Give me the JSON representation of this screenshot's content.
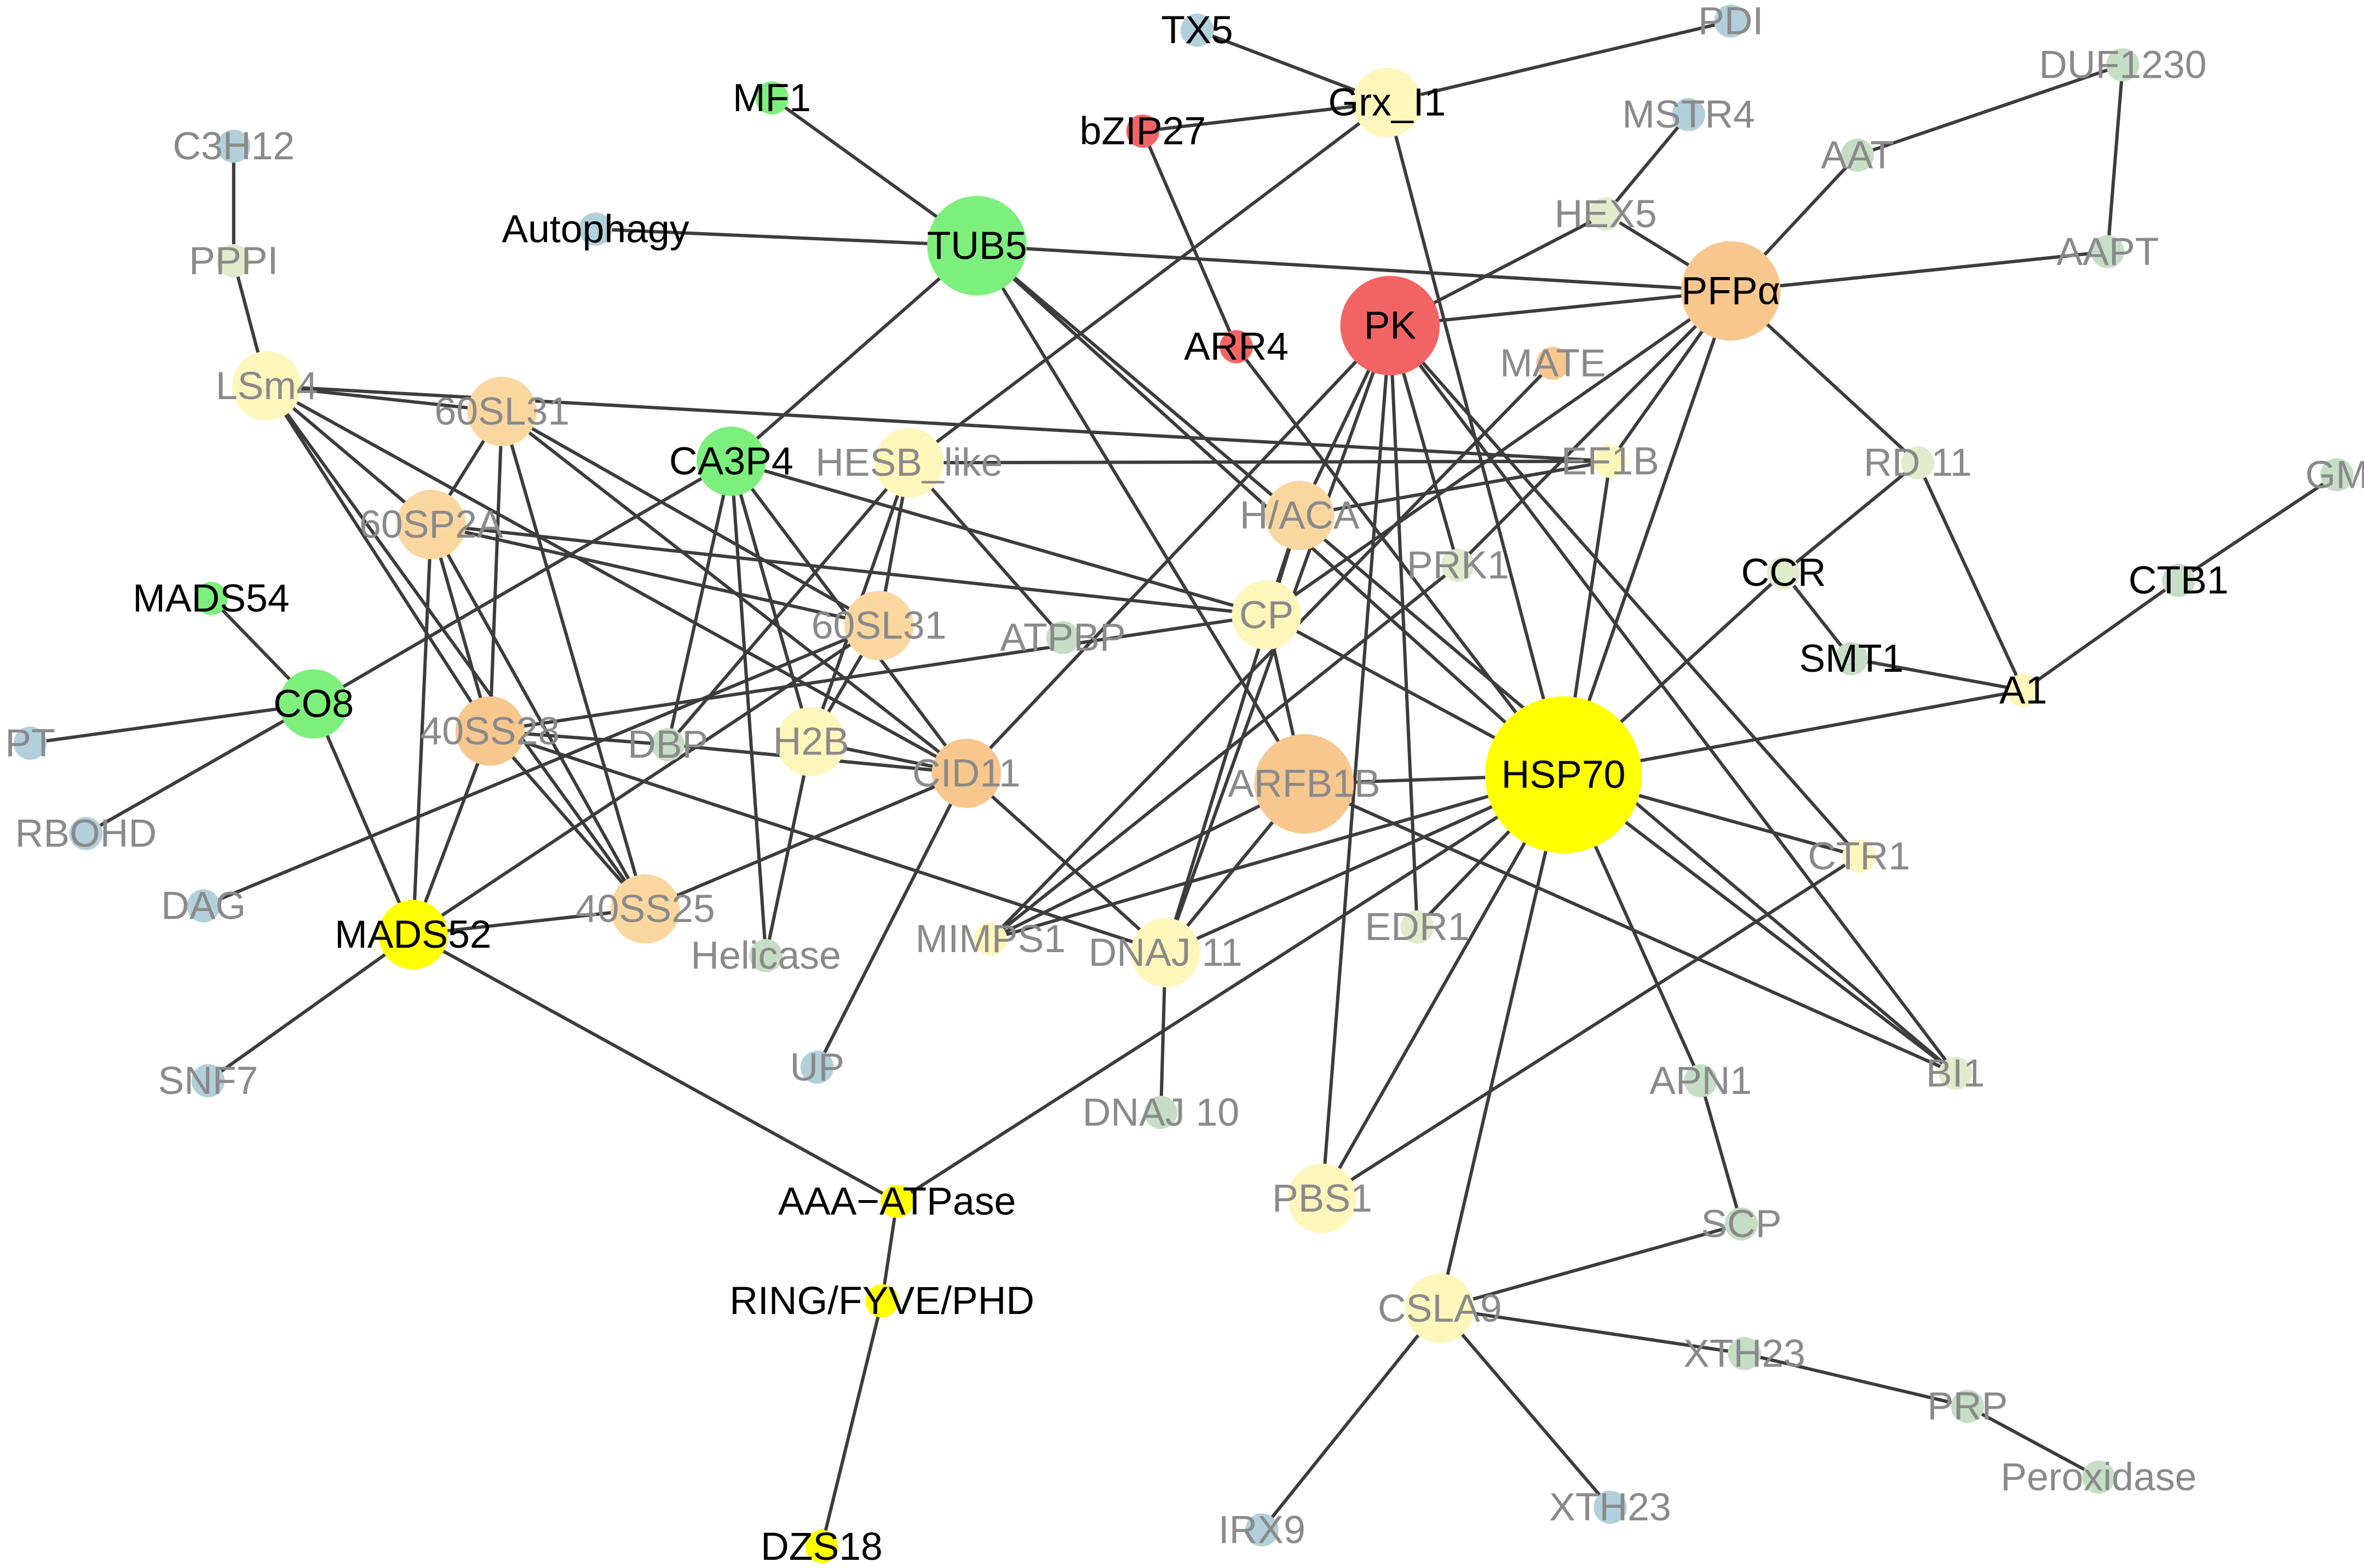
{
  "colors": {
    "edge": "#3c3c3c",
    "label_dark": "#000000",
    "label_grey": "#8a8a8a",
    "red": "#f26464",
    "green": "#7def7d",
    "yellow": "#ffff00",
    "pale_yellow": "#fff6bc",
    "light_orange": "#fbd7a0",
    "orange": "#f7c78e",
    "pale_green": "#e0eccc",
    "grey_green": "#c6dec6",
    "blue_grey": "#b2d0dc"
  },
  "nodes": [
    {
      "id": "TX5",
      "label": "TX5",
      "color": "blue_grey",
      "label_tone": "dark",
      "scale": "small"
    },
    {
      "id": "PDI",
      "label": "PDI",
      "color": "blue_grey",
      "label_tone": "grey",
      "scale": "small"
    },
    {
      "id": "Grx_I1",
      "label": "Grx_I1",
      "color": "pale_yellow",
      "label_tone": "dark",
      "scale": "medium"
    },
    {
      "id": "MF1",
      "label": "MF1",
      "color": "green",
      "label_tone": "dark",
      "scale": "small"
    },
    {
      "id": "bZIP27",
      "label": "bZIP27",
      "color": "red",
      "label_tone": "dark",
      "scale": "small"
    },
    {
      "id": "DUF1230",
      "label": "DUF1230",
      "color": "grey_green",
      "label_tone": "grey",
      "scale": "small"
    },
    {
      "id": "MSTR4",
      "label": "MSTR4",
      "color": "blue_grey",
      "label_tone": "grey",
      "scale": "small"
    },
    {
      "id": "C3H12",
      "label": "C3H12",
      "color": "blue_grey",
      "label_tone": "grey",
      "scale": "small"
    },
    {
      "id": "AAT",
      "label": "AAT",
      "color": "grey_green",
      "label_tone": "grey",
      "scale": "small"
    },
    {
      "id": "HEX5",
      "label": "HEX5",
      "color": "pale_green",
      "label_tone": "grey",
      "scale": "small"
    },
    {
      "id": "Autophagy",
      "label": "Autophagy",
      "color": "blue_grey",
      "label_tone": "dark",
      "scale": "small"
    },
    {
      "id": "TUB5",
      "label": "TUB5",
      "color": "green",
      "label_tone": "dark",
      "scale": "large"
    },
    {
      "id": "AAPT",
      "label": "AAPT",
      "color": "grey_green",
      "label_tone": "grey",
      "scale": "small"
    },
    {
      "id": "PPPI",
      "label": "PPPI",
      "color": "pale_green",
      "label_tone": "grey",
      "scale": "small"
    },
    {
      "id": "PFPa",
      "label": "PFPα",
      "color": "orange",
      "label_tone": "dark",
      "scale": "large"
    },
    {
      "id": "PK",
      "label": "PK",
      "color": "red",
      "label_tone": "dark",
      "scale": "large"
    },
    {
      "id": "ARR4",
      "label": "ARR4",
      "color": "red",
      "label_tone": "dark",
      "scale": "small"
    },
    {
      "id": "MATE",
      "label": "MATE",
      "color": "orange",
      "label_tone": "grey",
      "scale": "small"
    },
    {
      "id": "LSm4",
      "label": "LSm4",
      "color": "pale_yellow",
      "label_tone": "grey",
      "scale": "medium"
    },
    {
      "id": "60SL31a",
      "label": "60SL31",
      "color": "light_orange",
      "label_tone": "grey",
      "scale": "medium"
    },
    {
      "id": "CA3P4",
      "label": "CA3P4",
      "color": "green",
      "label_tone": "dark",
      "scale": "medium"
    },
    {
      "id": "HESB",
      "label": "HESB_like",
      "color": "pale_yellow",
      "label_tone": "grey",
      "scale": "medium"
    },
    {
      "id": "EF1B",
      "label": "EF1B",
      "color": "pale_yellow",
      "label_tone": "grey",
      "scale": "small"
    },
    {
      "id": "RD11",
      "label": "RD 11",
      "color": "pale_green",
      "label_tone": "grey",
      "scale": "small"
    },
    {
      "id": "GM",
      "label": "GM",
      "color": "grey_green",
      "label_tone": "grey",
      "scale": "small"
    },
    {
      "id": "60SP2A",
      "label": "60SP2A",
      "color": "light_orange",
      "label_tone": "grey",
      "scale": "medium"
    },
    {
      "id": "HACA",
      "label": "H/ACA",
      "color": "light_orange",
      "label_tone": "grey",
      "scale": "medium"
    },
    {
      "id": "PRK1",
      "label": "PRK1",
      "color": "pale_green",
      "label_tone": "grey",
      "scale": "small"
    },
    {
      "id": "CCR",
      "label": "CCR",
      "color": "pale_green",
      "label_tone": "dark",
      "scale": "small"
    },
    {
      "id": "CTB1",
      "label": "CTB1",
      "color": "grey_green",
      "label_tone": "dark",
      "scale": "small"
    },
    {
      "id": "MADS54",
      "label": "MADS54",
      "color": "green",
      "label_tone": "dark",
      "scale": "small"
    },
    {
      "id": "60SL31b",
      "label": "60SL31",
      "color": "light_orange",
      "label_tone": "grey",
      "scale": "medium"
    },
    {
      "id": "ATPBP",
      "label": "ATPBP",
      "color": "grey_green",
      "label_tone": "grey",
      "scale": "small"
    },
    {
      "id": "CP",
      "label": "CP",
      "color": "pale_yellow",
      "label_tone": "grey",
      "scale": "medium"
    },
    {
      "id": "SMT1",
      "label": "SMT1",
      "color": "grey_green",
      "label_tone": "dark",
      "scale": "small"
    },
    {
      "id": "A1",
      "label": "A1",
      "color": "pale_yellow",
      "label_tone": "dark",
      "scale": "small"
    },
    {
      "id": "CO8",
      "label": "CO8",
      "color": "green",
      "label_tone": "dark",
      "scale": "medium"
    },
    {
      "id": "40SS28",
      "label": "40SS28",
      "color": "orange",
      "label_tone": "grey",
      "scale": "medium"
    },
    {
      "id": "DBP",
      "label": "DBP",
      "color": "grey_green",
      "label_tone": "grey",
      "scale": "small"
    },
    {
      "id": "H2B",
      "label": "H2B",
      "color": "pale_yellow",
      "label_tone": "grey",
      "scale": "medium"
    },
    {
      "id": "CID11",
      "label": "CID11",
      "color": "orange",
      "label_tone": "grey",
      "scale": "medium"
    },
    {
      "id": "ARFB1B",
      "label": "ARFB1B",
      "color": "orange",
      "label_tone": "grey",
      "scale": "large"
    },
    {
      "id": "HSP70",
      "label": "HSP70",
      "color": "yellow",
      "label_tone": "dark",
      "scale": "xlarge"
    },
    {
      "id": "PT",
      "label": "PT",
      "color": "blue_grey",
      "label_tone": "grey",
      "scale": "small"
    },
    {
      "id": "RBOHD",
      "label": "RBOHD",
      "color": "blue_grey",
      "label_tone": "grey",
      "scale": "small"
    },
    {
      "id": "CTR1",
      "label": "CTR1",
      "color": "pale_yellow",
      "label_tone": "grey",
      "scale": "small"
    },
    {
      "id": "DAG",
      "label": "DAG",
      "color": "blue_grey",
      "label_tone": "grey",
      "scale": "small"
    },
    {
      "id": "MADS52",
      "label": "MADS52",
      "color": "yellow",
      "label_tone": "dark",
      "scale": "medium"
    },
    {
      "id": "40SS25",
      "label": "40SS25",
      "color": "light_orange",
      "label_tone": "grey",
      "scale": "medium"
    },
    {
      "id": "Helicase",
      "label": "Helicase",
      "color": "grey_green",
      "label_tone": "grey",
      "scale": "small"
    },
    {
      "id": "MIMPS1",
      "label": "MIMPS1",
      "color": "pale_yellow",
      "label_tone": "grey",
      "scale": "small"
    },
    {
      "id": "DNAJ11",
      "label": "DNAJ 11",
      "color": "pale_yellow",
      "label_tone": "grey",
      "scale": "medium"
    },
    {
      "id": "EDR1",
      "label": "EDR1",
      "color": "pale_green",
      "label_tone": "grey",
      "scale": "small"
    },
    {
      "id": "SNF7",
      "label": "SNF7",
      "color": "blue_grey",
      "label_tone": "grey",
      "scale": "small"
    },
    {
      "id": "UP",
      "label": "UP",
      "color": "blue_grey",
      "label_tone": "grey",
      "scale": "small"
    },
    {
      "id": "DNAJ10",
      "label": "DNAJ 10",
      "color": "grey_green",
      "label_tone": "grey",
      "scale": "small"
    },
    {
      "id": "APN1",
      "label": "APN1",
      "color": "grey_green",
      "label_tone": "grey",
      "scale": "small"
    },
    {
      "id": "BI1",
      "label": "BI1",
      "color": "pale_green",
      "label_tone": "grey",
      "scale": "small"
    },
    {
      "id": "AAA",
      "label": "AAA−ATPase",
      "color": "yellow",
      "label_tone": "dark",
      "scale": "small"
    },
    {
      "id": "PBS1",
      "label": "PBS1",
      "color": "pale_yellow",
      "label_tone": "grey",
      "scale": "medium"
    },
    {
      "id": "SCP",
      "label": "SCP",
      "color": "grey_green",
      "label_tone": "grey",
      "scale": "small"
    },
    {
      "id": "RING",
      "label": "RING/FYVE/PHD",
      "color": "yellow",
      "label_tone": "dark",
      "scale": "small"
    },
    {
      "id": "CSLA9",
      "label": "CSLA9",
      "color": "pale_yellow",
      "label_tone": "grey",
      "scale": "medium"
    },
    {
      "id": "XTH23a",
      "label": "XTH23",
      "color": "grey_green",
      "label_tone": "grey",
      "scale": "small"
    },
    {
      "id": "PRP",
      "label": "PRP",
      "color": "grey_green",
      "label_tone": "grey",
      "scale": "small"
    },
    {
      "id": "Peroxidase",
      "label": "Peroxidase",
      "color": "grey_green",
      "label_tone": "grey",
      "scale": "small"
    },
    {
      "id": "IRX9",
      "label": "IRX9",
      "color": "blue_grey",
      "label_tone": "grey",
      "scale": "small"
    },
    {
      "id": "XTH23b",
      "label": "XTH23",
      "color": "blue_grey",
      "label_tone": "grey",
      "scale": "small"
    },
    {
      "id": "DZS18",
      "label": "DZS18",
      "color": "yellow",
      "label_tone": "dark",
      "scale": "small"
    }
  ],
  "edges": [
    [
      "TX5",
      "Grx_I1"
    ],
    [
      "PDI",
      "Grx_I1"
    ],
    [
      "bZIP27",
      "Grx_I1"
    ],
    [
      "Grx_I1",
      "HESB"
    ],
    [
      "Grx_I1",
      "HSP70"
    ],
    [
      "bZIP27",
      "ARR4"
    ],
    [
      "MF1",
      "TUB5"
    ],
    [
      "Autophagy",
      "TUB5"
    ],
    [
      "TUB5",
      "PFPa"
    ],
    [
      "TUB5",
      "CA3P4"
    ],
    [
      "TUB5",
      "ARFB1B"
    ],
    [
      "TUB5",
      "HSP70"
    ],
    [
      "TUB5",
      "BI1"
    ],
    [
      "DUF1230",
      "AAT"
    ],
    [
      "DUF1230",
      "AAPT"
    ],
    [
      "AAT",
      "PFPa"
    ],
    [
      "AAPT",
      "PFPa"
    ],
    [
      "MSTR4",
      "HEX5"
    ],
    [
      "HEX5",
      "PFPa"
    ],
    [
      "HEX5",
      "PK"
    ],
    [
      "PFPa",
      "PK"
    ],
    [
      "PFPa",
      "RD11"
    ],
    [
      "PFPa",
      "HSP70"
    ],
    [
      "PFPa",
      "CP"
    ],
    [
      "PFPa",
      "PRK1"
    ],
    [
      "PFPa",
      "EF1B"
    ],
    [
      "PK",
      "HACA"
    ],
    [
      "PK",
      "CID11"
    ],
    [
      "PK",
      "EDR1"
    ],
    [
      "PK",
      "PBS1"
    ],
    [
      "PK",
      "CTR1"
    ],
    [
      "PK",
      "BI1"
    ],
    [
      "PK",
      "DNAJ11"
    ],
    [
      "ARR4",
      "HSP70"
    ],
    [
      "MATE",
      "MIMPS1"
    ],
    [
      "C3H12",
      "PPPI"
    ],
    [
      "PPPI",
      "LSm4"
    ],
    [
      "LSm4",
      "60SL31a"
    ],
    [
      "LSm4",
      "EF1B"
    ],
    [
      "LSm4",
      "60SP2A"
    ],
    [
      "LSm4",
      "40SS28"
    ],
    [
      "LSm4",
      "40SS25"
    ],
    [
      "LSm4",
      "CID11"
    ],
    [
      "60SL31a",
      "60SP2A"
    ],
    [
      "60SL31a",
      "40SS28"
    ],
    [
      "60SL31a",
      "40SS25"
    ],
    [
      "60SL31a",
      "60SL31b"
    ],
    [
      "60SL31a",
      "CID11"
    ],
    [
      "60SP2A",
      "40SS28"
    ],
    [
      "60SP2A",
      "40SS25"
    ],
    [
      "60SP2A",
      "60SL31b"
    ],
    [
      "60SP2A",
      "CP"
    ],
    [
      "60SP2A",
      "MADS52"
    ],
    [
      "CA3P4",
      "CP"
    ],
    [
      "CA3P4",
      "DBP"
    ],
    [
      "CA3P4",
      "H2B"
    ],
    [
      "CA3P4",
      "CID11"
    ],
    [
      "CA3P4",
      "Helicase"
    ],
    [
      "CA3P4",
      "CO8"
    ],
    [
      "HESB",
      "60SL31b"
    ],
    [
      "HESB",
      "ATPBP"
    ],
    [
      "HESB",
      "DBP"
    ],
    [
      "HESB",
      "H2B"
    ],
    [
      "HESB",
      "EF1B"
    ],
    [
      "EF1B",
      "HACA"
    ],
    [
      "EF1B",
      "HSP70"
    ],
    [
      "HACA",
      "CP"
    ],
    [
      "HACA",
      "DNAJ11"
    ],
    [
      "PRK1",
      "PK"
    ],
    [
      "PRK1",
      "MIMPS1"
    ],
    [
      "CP",
      "HSP70"
    ],
    [
      "CP",
      "40SS28"
    ],
    [
      "CP",
      "ARFB1B"
    ],
    [
      "RD11",
      "CCR"
    ],
    [
      "RD11",
      "A1"
    ],
    [
      "CCR",
      "SMT1"
    ],
    [
      "CCR",
      "HSP70"
    ],
    [
      "SMT1",
      "A1"
    ],
    [
      "A1",
      "CTB1"
    ],
    [
      "CTB1",
      "GM"
    ],
    [
      "A1",
      "HSP70"
    ],
    [
      "MADS54",
      "CO8"
    ],
    [
      "CO8",
      "PT"
    ],
    [
      "CO8",
      "RBOHD"
    ],
    [
      "CO8",
      "MADS52"
    ],
    [
      "60SL31b",
      "MADS52"
    ],
    [
      "60SL31b",
      "H2B"
    ],
    [
      "60SL31b",
      "DAG"
    ],
    [
      "40SS28",
      "DBP"
    ],
    [
      "40SS28",
      "40SS25"
    ],
    [
      "40SS28",
      "DNAJ11"
    ],
    [
      "40SS28",
      "MADS52"
    ],
    [
      "DBP",
      "CID11"
    ],
    [
      "H2B",
      "CID11"
    ],
    [
      "H2B",
      "Helicase"
    ],
    [
      "CID11",
      "40SS25"
    ],
    [
      "CID11",
      "UP"
    ],
    [
      "CID11",
      "DNAJ11"
    ],
    [
      "ARFB1B",
      "DNAJ11"
    ],
    [
      "ARFB1B",
      "MIMPS1"
    ],
    [
      "ARFB1B",
      "HSP70"
    ],
    [
      "HSP70",
      "CTR1"
    ],
    [
      "HSP70",
      "EDR1"
    ],
    [
      "HSP70",
      "BI1"
    ],
    [
      "HSP70",
      "APN1"
    ],
    [
      "HSP70",
      "PBS1"
    ],
    [
      "HSP70",
      "DNAJ11"
    ],
    [
      "HSP70",
      "MIMPS1"
    ],
    [
      "HSP70",
      "AAA"
    ],
    [
      "HSP70",
      "CSLA9"
    ],
    [
      "CTR1",
      "PBS1"
    ],
    [
      "MADS52",
      "40SS25"
    ],
    [
      "MADS52",
      "SNF7"
    ],
    [
      "MADS52",
      "AAA"
    ],
    [
      "DNAJ11",
      "DNAJ10"
    ],
    [
      "ARFB1B",
      "BI1"
    ],
    [
      "APN1",
      "SCP"
    ],
    [
      "SCP",
      "CSLA9"
    ],
    [
      "AAA",
      "RING"
    ],
    [
      "RING",
      "DZS18"
    ],
    [
      "CSLA9",
      "XTH23a"
    ],
    [
      "CSLA9",
      "IRX9"
    ],
    [
      "CSLA9",
      "XTH23b"
    ],
    [
      "XTH23a",
      "PRP"
    ],
    [
      "PRP",
      "Peroxidase"
    ]
  ]
}
